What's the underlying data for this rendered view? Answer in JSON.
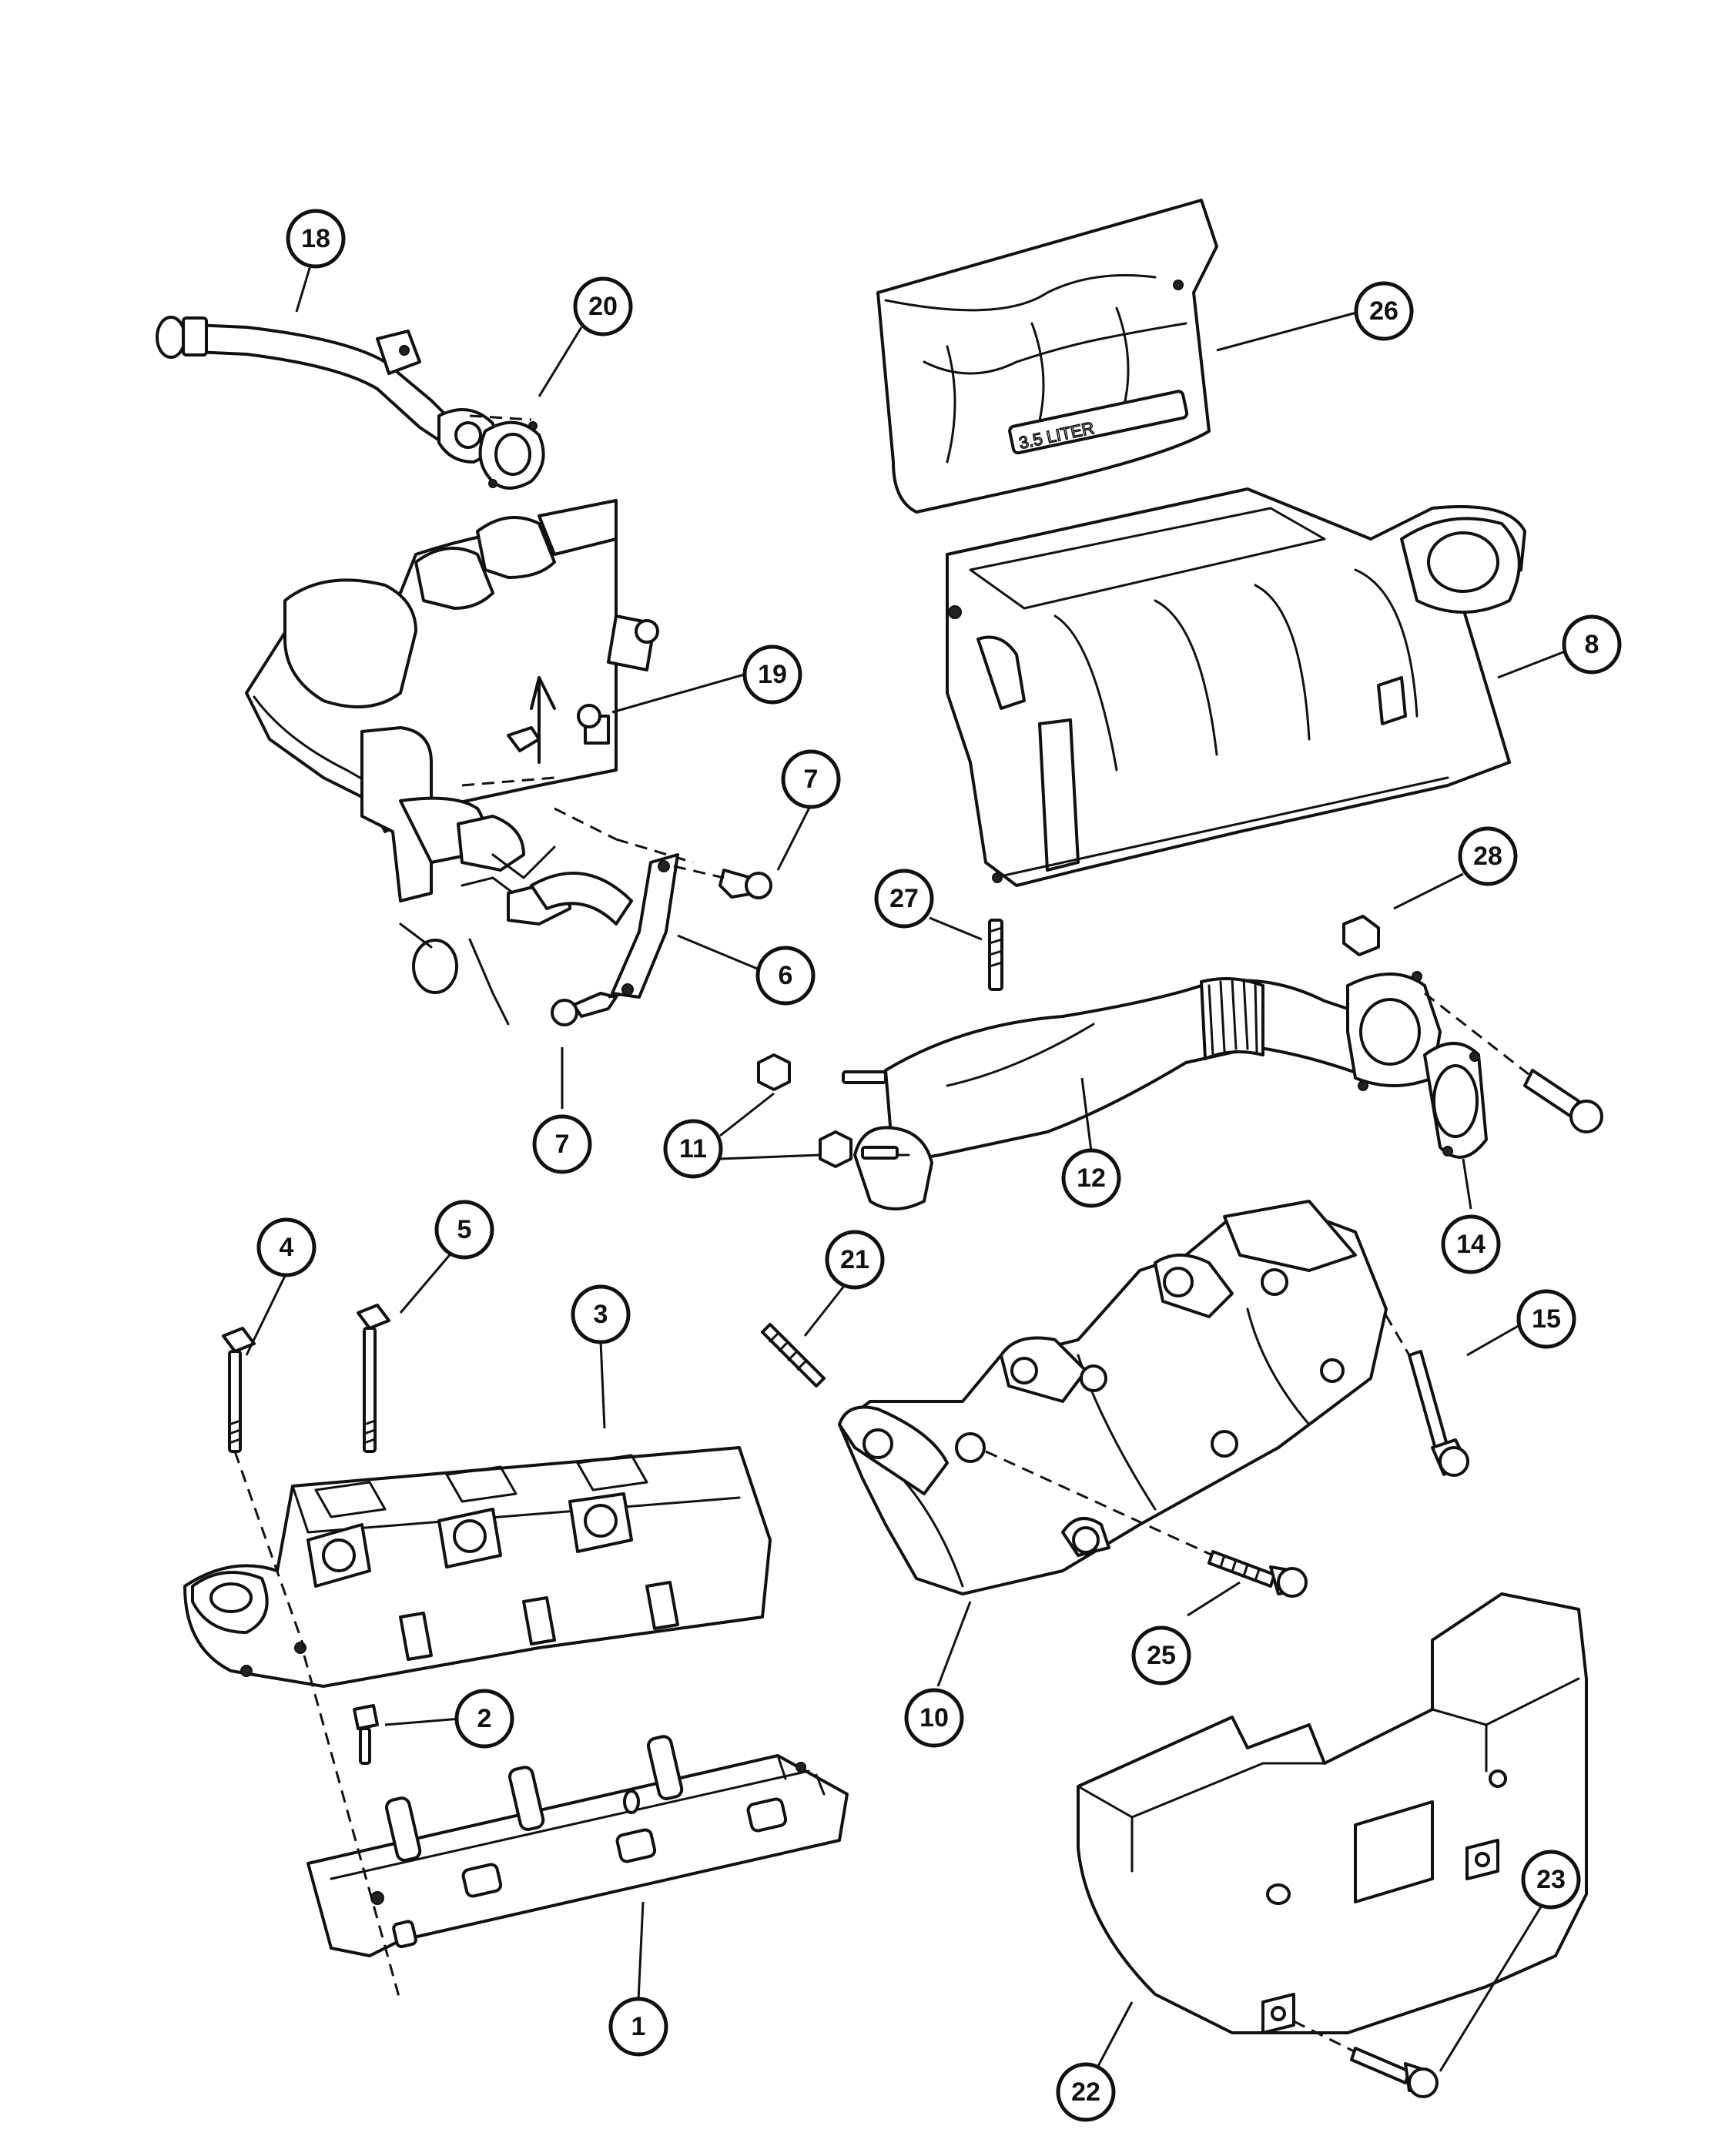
{
  "diagram": {
    "callouts": [
      {
        "label": "18"
      },
      {
        "label": "20"
      },
      {
        "label": "26"
      },
      {
        "label": "19"
      },
      {
        "label": "8"
      },
      {
        "label": "7"
      },
      {
        "label": "28"
      },
      {
        "label": "27"
      },
      {
        "label": "6"
      },
      {
        "label": "7"
      },
      {
        "label": "11"
      },
      {
        "label": "12"
      },
      {
        "label": "14"
      },
      {
        "label": "4"
      },
      {
        "label": "5"
      },
      {
        "label": "3"
      },
      {
        "label": "21"
      },
      {
        "label": "15"
      },
      {
        "label": "2"
      },
      {
        "label": "25"
      },
      {
        "label": "10"
      },
      {
        "label": "23"
      },
      {
        "label": "1"
      },
      {
        "label": "22"
      }
    ],
    "cover_emboss": "3.5 LITER"
  }
}
